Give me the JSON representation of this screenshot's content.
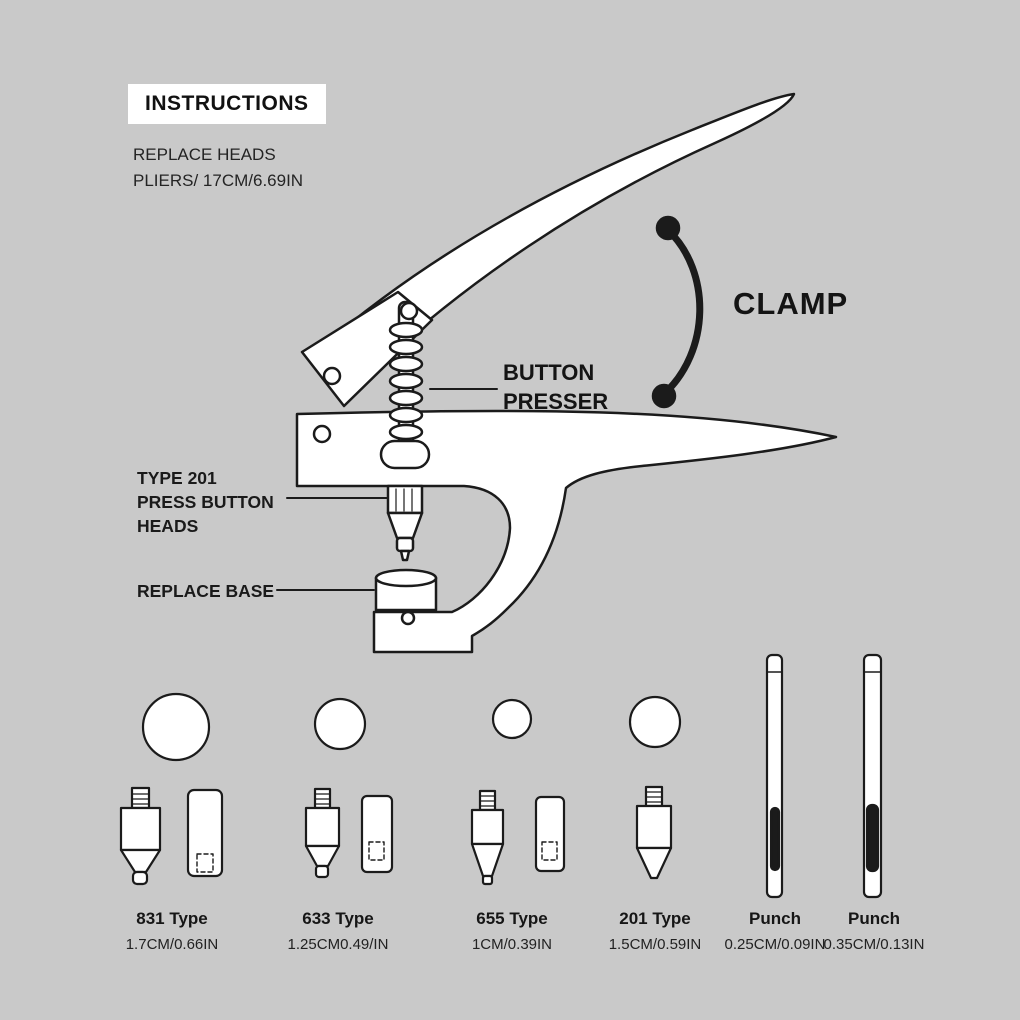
{
  "colors": {
    "background": "#c9c9c9",
    "line_art": "#1b1b1b",
    "text": "#1d1d1d",
    "badge_background": "#ffffff"
  },
  "header": {
    "badge": "INSTRUCTIONS",
    "subtitle_line1": "REPLACE HEADS",
    "subtitle_line2": "PLIERS/ 17CM/6.69IN"
  },
  "labels": {
    "clamp": "CLAMP",
    "button_presser_line1": "BUTTON",
    "button_presser_line2": "PRESSER",
    "type201_line1": "TYPE 201",
    "type201_line2": "PRESS BUTTON",
    "type201_line3": "HEADS",
    "replace_base": "REPLACE BASE"
  },
  "parts": [
    {
      "name": "831 Type",
      "size": "1.7CM/0.66IN"
    },
    {
      "name": "633 Type",
      "size": "1.25CM0.49/IN"
    },
    {
      "name": "655 Type",
      "size": "1CM/0.39IN"
    },
    {
      "name": "201 Type",
      "size": "1.5CM/0.59IN"
    },
    {
      "name": "Punch",
      "size": "0.25CM/0.09IN"
    },
    {
      "name": "Punch",
      "size": "0.35CM/0.13IN"
    }
  ]
}
